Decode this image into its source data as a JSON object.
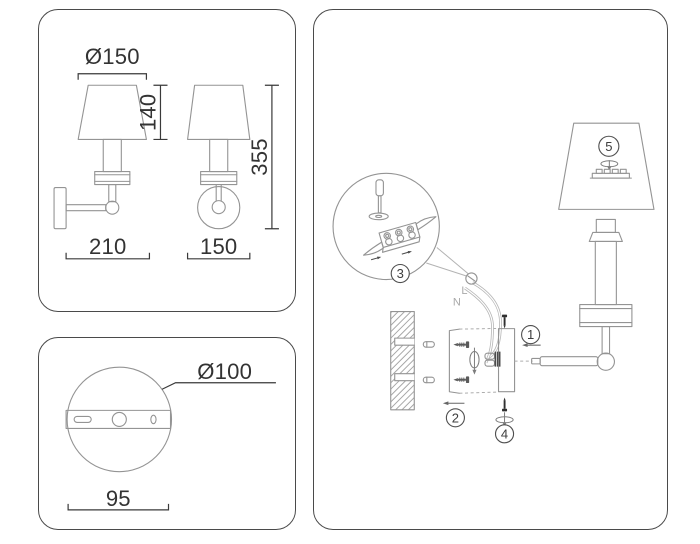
{
  "title": "Wall sconce technical drawing and assembly instructions",
  "colors": {
    "background": "#ffffff",
    "panel_border": "#4a4a4a",
    "drawing_stroke": "#949494",
    "dimension_ink": "#333333",
    "wire_stroke": "#b6b6b6"
  },
  "dimensions_panel": {
    "shade_diameter": "Ø150",
    "shade_height": "140",
    "total_height": "355",
    "projection_depth": "210",
    "body_width": "150"
  },
  "backplate_panel": {
    "plate_diameter": "Ø100",
    "mount_width": "95"
  },
  "assembly_panel": {
    "steps": {
      "s1": "1",
      "s2": "2",
      "s3": "3",
      "s4": "4",
      "s5": "5"
    },
    "wires": {
      "live": "L",
      "neutral": "N"
    }
  }
}
